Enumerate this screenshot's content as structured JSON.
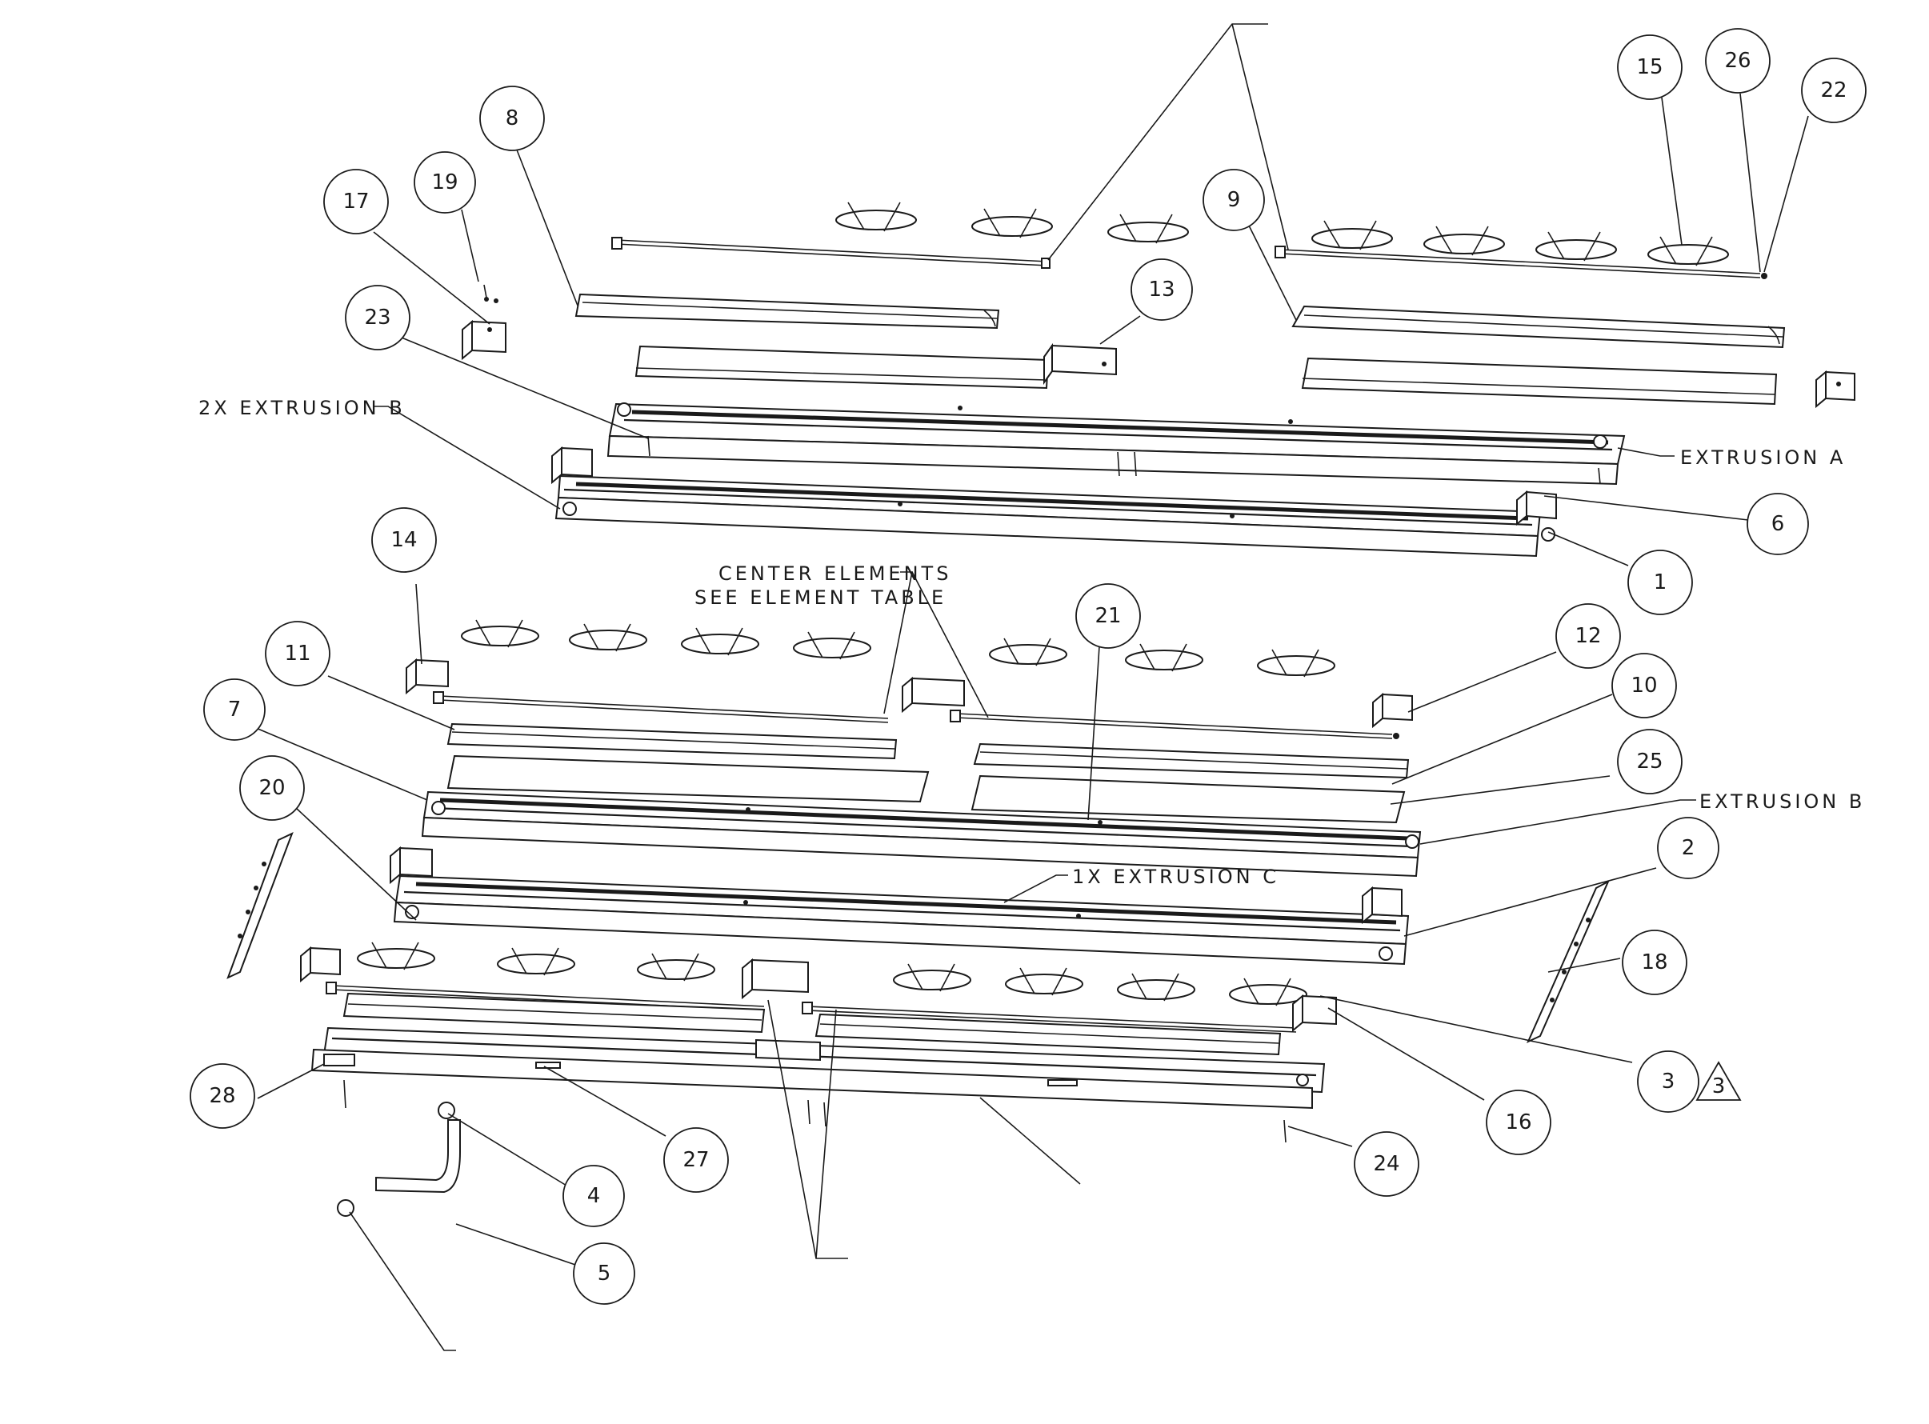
{
  "balloons": [
    {
      "label": "8"
    },
    {
      "label": "17"
    },
    {
      "label": "19"
    },
    {
      "label": "23"
    },
    {
      "label": "13"
    },
    {
      "label": "9"
    },
    {
      "label": "15"
    },
    {
      "label": "26"
    },
    {
      "label": "22"
    },
    {
      "label": "6"
    },
    {
      "label": "1"
    },
    {
      "label": "14"
    },
    {
      "label": "11"
    },
    {
      "label": "7"
    },
    {
      "label": "20"
    },
    {
      "label": "21"
    },
    {
      "label": "12"
    },
    {
      "label": "10"
    },
    {
      "label": "25"
    },
    {
      "label": "2"
    },
    {
      "label": "18"
    },
    {
      "label": "3"
    },
    {
      "label": "16"
    },
    {
      "label": "28"
    },
    {
      "label": "27"
    },
    {
      "label": "24"
    },
    {
      "label": "4"
    },
    {
      "label": "5"
    }
  ],
  "revision_triangle": {
    "label": "3"
  },
  "notes": {
    "extrusion_b_2x": "2X EXTRUSION B",
    "extrusion_a": "EXTRUSION A",
    "center_elements_line1": "CENTER ELEMENTS",
    "center_elements_line2": "SEE ELEMENT TABLE",
    "extrusion_b": "EXTRUSION B",
    "extrusion_c_1x": "1X EXTRUSION C"
  }
}
